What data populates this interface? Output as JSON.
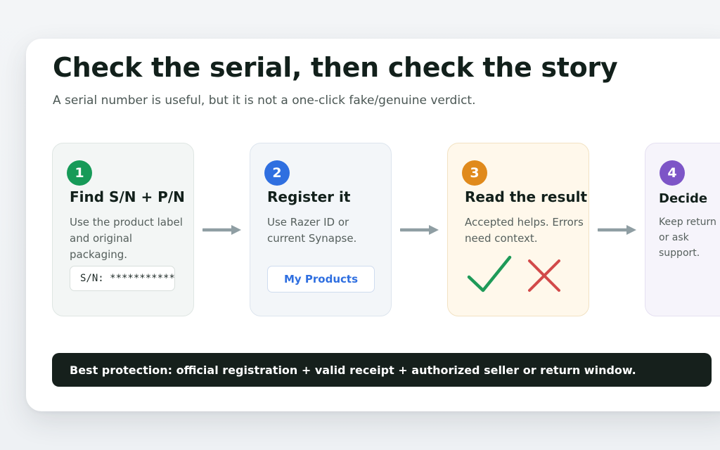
{
  "header": {
    "title": "Check the serial, then check the story",
    "subtitle": "A serial number is useful, but it is not a one-click fake/genuine verdict."
  },
  "steps": [
    {
      "number": "1",
      "title": "Find S/N + P/N",
      "description": "Use the product label and original packaging.",
      "field": "S/N: ***********",
      "color": "#169a58"
    },
    {
      "number": "2",
      "title": "Register it",
      "description": "Use Razer ID or current Synapse.",
      "button": "My Products",
      "color": "#2f6fe0"
    },
    {
      "number": "3",
      "title": "Read the result",
      "description": "Accepted helps. Errors need context.",
      "color": "#e08a1c"
    },
    {
      "number": "4",
      "title": "Decide",
      "description": "Keep return or ask support.",
      "color": "#7d55c7"
    }
  ],
  "icons": {
    "accepted": "check-icon",
    "error": "cross-icon",
    "connector": "arrow-right-icon"
  },
  "banner": {
    "text": "Best protection: official registration + valid receipt + authorized seller or return window."
  }
}
